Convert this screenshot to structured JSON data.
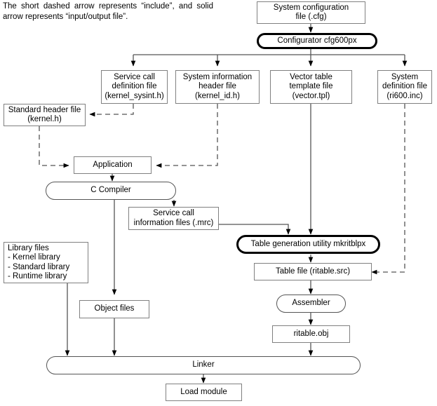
{
  "legend": {
    "text": "The short dashed arrow represents “include”, and solid arrow represents “input/output file”."
  },
  "colors": {
    "background": "#ffffff",
    "line": "#555555",
    "box_border": "#808080",
    "emphasis_border": "#000000",
    "text": "#000000"
  },
  "nodes": {
    "system_config_file": {
      "label": "System configuration\nfile (.cfg)",
      "shape": "rect"
    },
    "configurator": {
      "label": "Configurator cfg600px",
      "shape": "rounded-bold"
    },
    "service_call_definition_file": {
      "label": "Service call\ndefinition file\n(kernel_sysint.h)",
      "shape": "rect"
    },
    "system_information_header_file": {
      "label": "System information\nheader file\n(kernel_id.h)",
      "shape": "rect"
    },
    "vector_table_template_file": {
      "label": "Vector table\ntemplate file\n(vector.tpl)",
      "shape": "rect"
    },
    "system_definition_file": {
      "label": "System\ndefinition file\n(ri600.inc)",
      "shape": "rect"
    },
    "standard_header_file": {
      "label": "Standard header file\n(kernel.h)",
      "shape": "rect"
    },
    "application": {
      "label": "Application",
      "shape": "rect"
    },
    "c_compiler": {
      "label": "C Compiler",
      "shape": "rounded"
    },
    "service_call_information_files": {
      "label": "Service call\ninformation files (.mrc)",
      "shape": "rect"
    },
    "table_generation_utility": {
      "label": "Table generation utility mkritblpx",
      "shape": "rounded-bold"
    },
    "table_file": {
      "label": "Table file (ritable.src)",
      "shape": "rect"
    },
    "library_files": {
      "label": "Library files\n- Kernel library\n- Standard library\n- Runtime library",
      "shape": "rect"
    },
    "object_files": {
      "label": "Object files",
      "shape": "rect"
    },
    "assembler": {
      "label": "Assembler",
      "shape": "rounded"
    },
    "ritable_obj": {
      "label": "ritable.obj",
      "shape": "rect"
    },
    "linker": {
      "label": "Linker",
      "shape": "rounded"
    },
    "load_module": {
      "label": "Load module",
      "shape": "rect"
    }
  },
  "edges": [
    {
      "from": "system_config_file",
      "to": "configurator",
      "style": "solid"
    },
    {
      "from": "configurator",
      "to": "service_call_definition_file",
      "style": "solid"
    },
    {
      "from": "configurator",
      "to": "system_information_header_file",
      "style": "solid"
    },
    {
      "from": "configurator",
      "to": "vector_table_template_file",
      "style": "solid"
    },
    {
      "from": "configurator",
      "to": "system_definition_file",
      "style": "solid"
    },
    {
      "from": "service_call_definition_file",
      "to": "standard_header_file",
      "style": "dashed"
    },
    {
      "from": "standard_header_file",
      "to": "application",
      "style": "dashed"
    },
    {
      "from": "system_information_header_file",
      "to": "application",
      "style": "dashed"
    },
    {
      "from": "system_definition_file",
      "to": "table_file",
      "style": "dashed"
    },
    {
      "from": "application",
      "to": "c_compiler",
      "style": "solid"
    },
    {
      "from": "c_compiler",
      "to": "service_call_information_files",
      "style": "solid"
    },
    {
      "from": "c_compiler",
      "to": "object_files",
      "style": "solid"
    },
    {
      "from": "service_call_information_files",
      "to": "table_generation_utility",
      "style": "solid"
    },
    {
      "from": "vector_table_template_file",
      "to": "table_generation_utility",
      "style": "solid"
    },
    {
      "from": "table_generation_utility",
      "to": "table_file",
      "style": "solid"
    },
    {
      "from": "table_file",
      "to": "assembler",
      "style": "solid"
    },
    {
      "from": "assembler",
      "to": "ritable_obj",
      "style": "solid"
    },
    {
      "from": "library_files",
      "to": "linker",
      "style": "solid"
    },
    {
      "from": "object_files",
      "to": "linker",
      "style": "solid"
    },
    {
      "from": "ritable_obj",
      "to": "linker",
      "style": "solid"
    },
    {
      "from": "linker",
      "to": "load_module",
      "style": "solid"
    }
  ]
}
